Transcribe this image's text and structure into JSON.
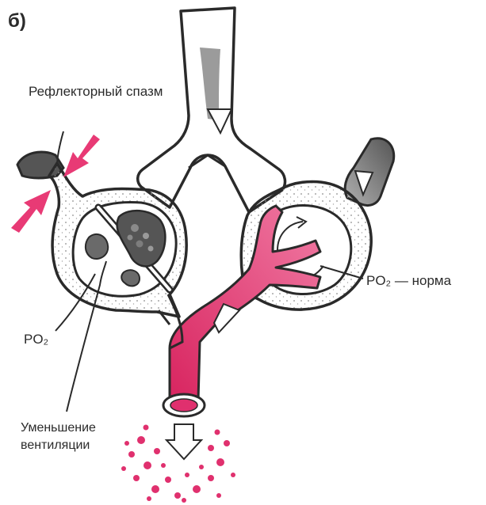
{
  "panel_label": "б)",
  "labels": {
    "reflex_spasm": "Рефлекторный спазм",
    "po2_left": "PO₂",
    "po2_right": "PO₂ — норма",
    "ventilation_decrease": "Уменьшение вентиляции"
  },
  "colors": {
    "outline": "#2a2a2a",
    "airway_gray": "#6b6b6b",
    "blood_pink": "#e0306e",
    "arrow_pink": "#e83a75",
    "stipple": "#9a9a9a"
  }
}
